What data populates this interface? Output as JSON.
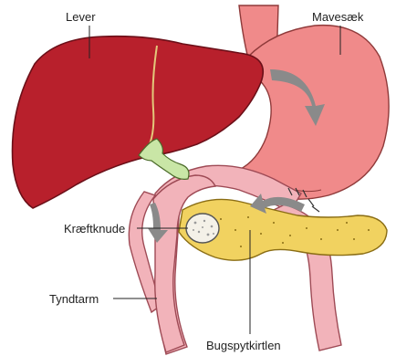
{
  "labels": {
    "liver": "Lever",
    "stomach": "Mavesæk",
    "tumor": "Kræftknude",
    "small_intestine": "Tyndtarm",
    "pancreas": "Bugspytkirtlen"
  },
  "colors": {
    "liver": "#b8202c",
    "liver_edge": "#6b0f18",
    "liver_lobe_line": "#e3c77a",
    "stomach": "#f08a8a",
    "stomach_edge": "#8f3a3a",
    "intestine": "#f2b3ba",
    "intestine_edge": "#9e4a55",
    "pancreas": "#f1d260",
    "pancreas_edge": "#8a6d14",
    "bile_duct": "#c9e6a6",
    "tumor": "#f4f1e8",
    "arrow": "#8a8a8a",
    "label_text": "#222222"
  }
}
